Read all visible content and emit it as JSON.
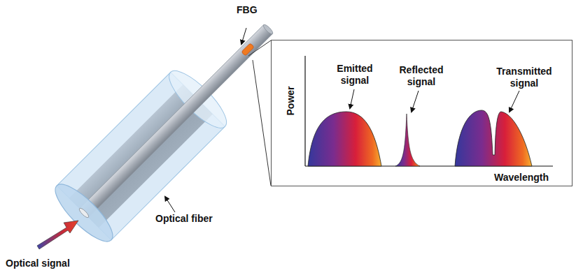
{
  "diagram": {
    "nodes": [
      {
        "text": [
          "Power",
          "Wavelength",
          "Emitted signal",
          "Reflected signal",
          "Transmitted signal"
        ]
      }
    ],
    "labels": [
      "FBG",
      "Optical fiber",
      "Optical signal"
    ]
  }
}
